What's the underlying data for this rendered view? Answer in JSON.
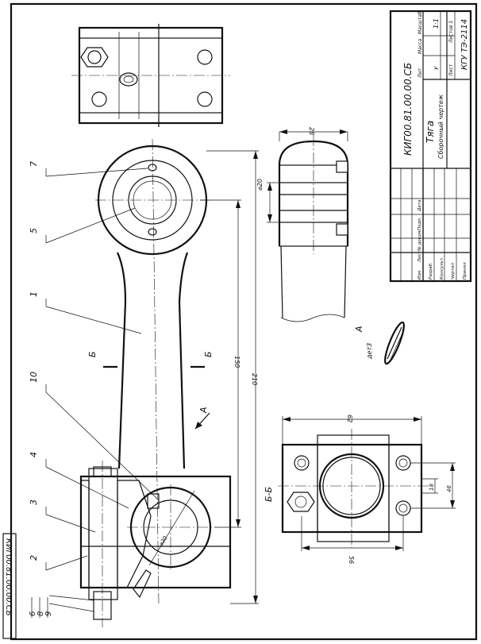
{
  "title_block": {
    "doc_code": "КИГ00.81.00.00.СБ",
    "name": "Тяга",
    "subtitle": "Сборочный чертеж",
    "h_lit": "Лит",
    "h_mass": "Масса",
    "h_scale": "Масштаб",
    "lit_value": "У",
    "scale_value": "1:1",
    "sheet_label": "Лист",
    "sheets_label": "Листов 1",
    "org": "КГУ ТЭ-2114",
    "col_izm": "Изм",
    "col_list": "Лист",
    "col_doc": "№ докум.",
    "col_sign": "Подп.",
    "col_date": "Дата",
    "role_dev": "Разраб.",
    "role_check": "Консульт.",
    "role_draw": "Чертил",
    "role_accept": "Принял"
  },
  "side_code": "КИГ00.81.00.00.СБ",
  "positions": [
    "7",
    "5",
    "1",
    "10",
    "4",
    "3",
    "2",
    "6",
    "8",
    "9"
  ],
  "section_mark": "Б",
  "section_title": "Б-Б",
  "view_mark": "А",
  "view_title": "А",
  "view_note": "дет3",
  "dimensions": {
    "d20": "⌀20",
    "w28": "28",
    "l150": "150",
    "l210": "210",
    "w62": "62",
    "h18": "18",
    "h46": "46",
    "w56": "56",
    "d30": "⌀30"
  }
}
